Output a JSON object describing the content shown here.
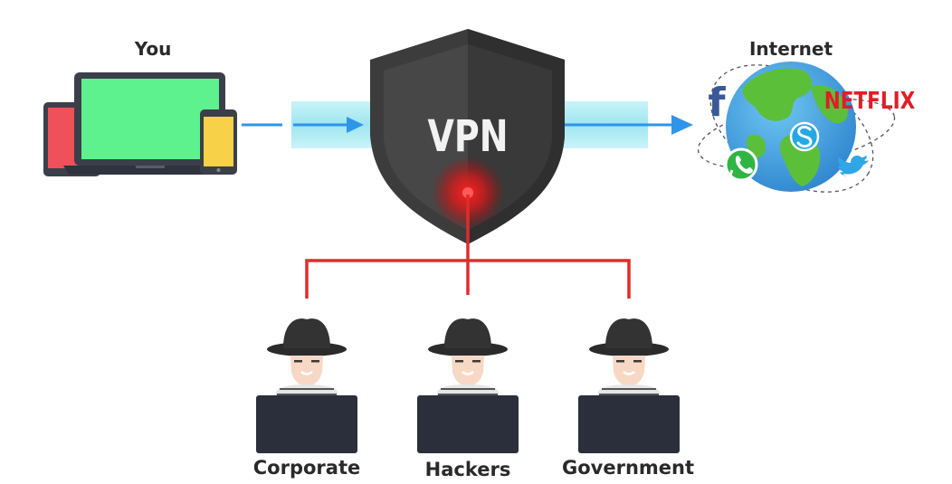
{
  "labels": {
    "you": "You",
    "internet": "Internet",
    "vpn": "VPN",
    "corporate": "Corporate",
    "hackers": "Hackers",
    "government": "Government"
  },
  "logos": {
    "facebook": "f",
    "netflix": "NETFLIX"
  },
  "icons": [
    "tablet-icon",
    "laptop-icon",
    "phone-icon",
    "shield-icon",
    "globe-icon",
    "facebook-icon",
    "netflix-icon",
    "skype-icon",
    "whatsapp-icon",
    "twitter-icon",
    "spy-icon"
  ],
  "colors": {
    "tunnel": "#a8e9f2",
    "arrow": "#2f95e8",
    "shield": "#3c3c3c",
    "leak_line": "#e02b2b",
    "laptop_screen": "#5ef28e",
    "tablet_screen": "#f0505a",
    "phone_screen": "#f7d148",
    "globe_ocean": "#3ea3e0",
    "globe_land": "#5cbf3a",
    "netflix": "#e11d26"
  }
}
